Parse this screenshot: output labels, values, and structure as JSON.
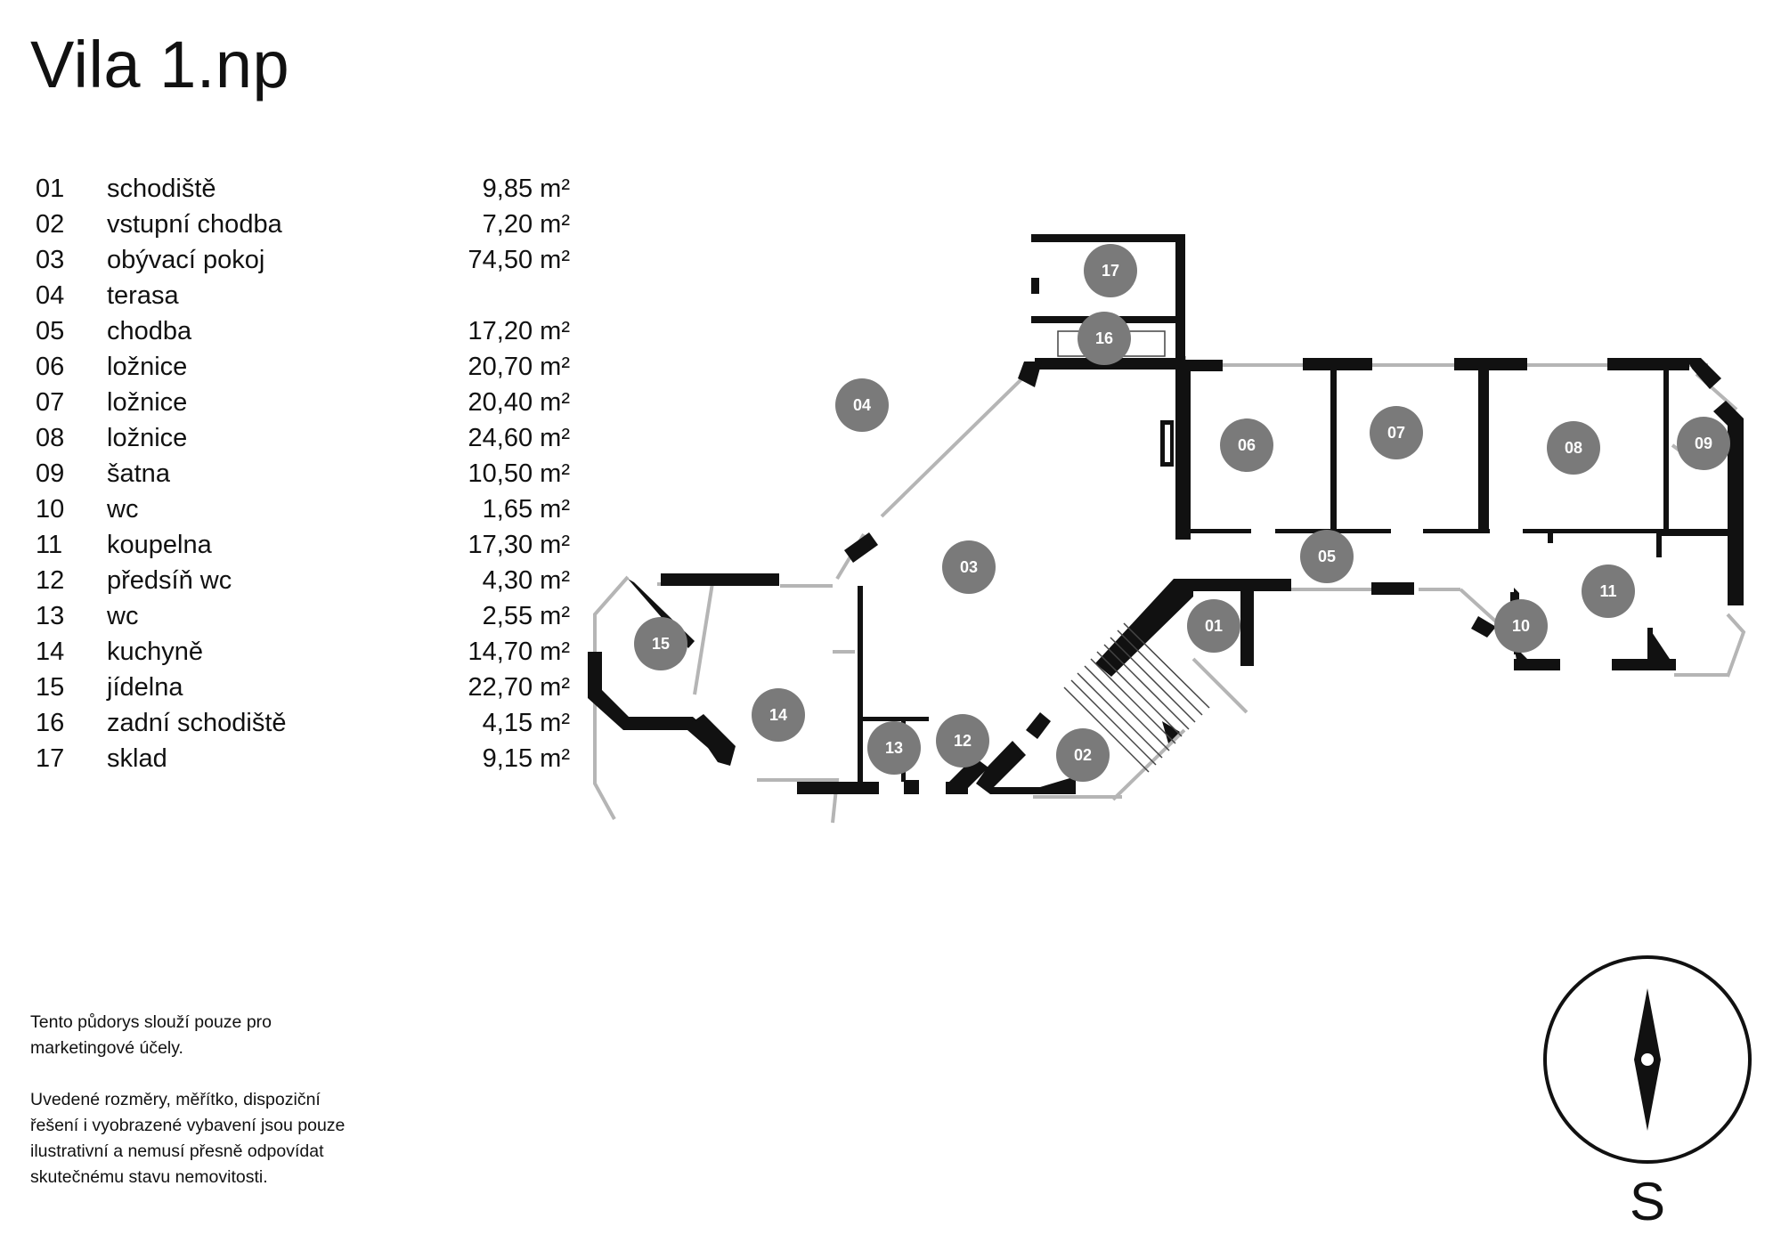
{
  "title": "Vila 1.np",
  "rooms": [
    {
      "num": "01",
      "name": "schodiště",
      "area": "9,85 m²"
    },
    {
      "num": "02",
      "name": "vstupní chodba",
      "area": "7,20 m²"
    },
    {
      "num": "03",
      "name": "obývací pokoj",
      "area": "74,50 m²"
    },
    {
      "num": "04",
      "name": "terasa",
      "area": ""
    },
    {
      "num": "05",
      "name": "chodba",
      "area": "17,20 m²"
    },
    {
      "num": "06",
      "name": "ložnice",
      "area": "20,70 m²"
    },
    {
      "num": "07",
      "name": "ložnice",
      "area": "20,40 m²"
    },
    {
      "num": "08",
      "name": "ložnice",
      "area": "24,60 m²"
    },
    {
      "num": "09",
      "name": "šatna",
      "area": "10,50 m²"
    },
    {
      "num": "10",
      "name": "wc",
      "area": "1,65 m²"
    },
    {
      "num": "11",
      "name": "koupelna",
      "area": "17,30 m²"
    },
    {
      "num": "12",
      "name": "předsíň wc",
      "area": "4,30 m²"
    },
    {
      "num": "13",
      "name": "wc",
      "area": "2,55 m²"
    },
    {
      "num": "14",
      "name": "kuchyně",
      "area": "14,70 m²"
    },
    {
      "num": "15",
      "name": "jídelna",
      "area": "22,70 m²"
    },
    {
      "num": "16",
      "name": "zadní schodiště",
      "area": "4,15 m²"
    },
    {
      "num": "17",
      "name": "sklad",
      "area": "9,15 m²"
    }
  ],
  "disclaimer": [
    "Tento půdorys slouží pouze pro marketingové účely.",
    "Uvedené rozměry, měřítko, dispoziční řešení i vyobrazené vybavení jsou pouze ilustrativní a nemusí přesně odpovídat skutečnému stavu nemovitosti."
  ],
  "compass": {
    "label": "S",
    "icon": "compass-needle-icon"
  },
  "colors": {
    "wall": "#111111",
    "badge": "#7a7a7a",
    "window": "#b5b5b5"
  }
}
